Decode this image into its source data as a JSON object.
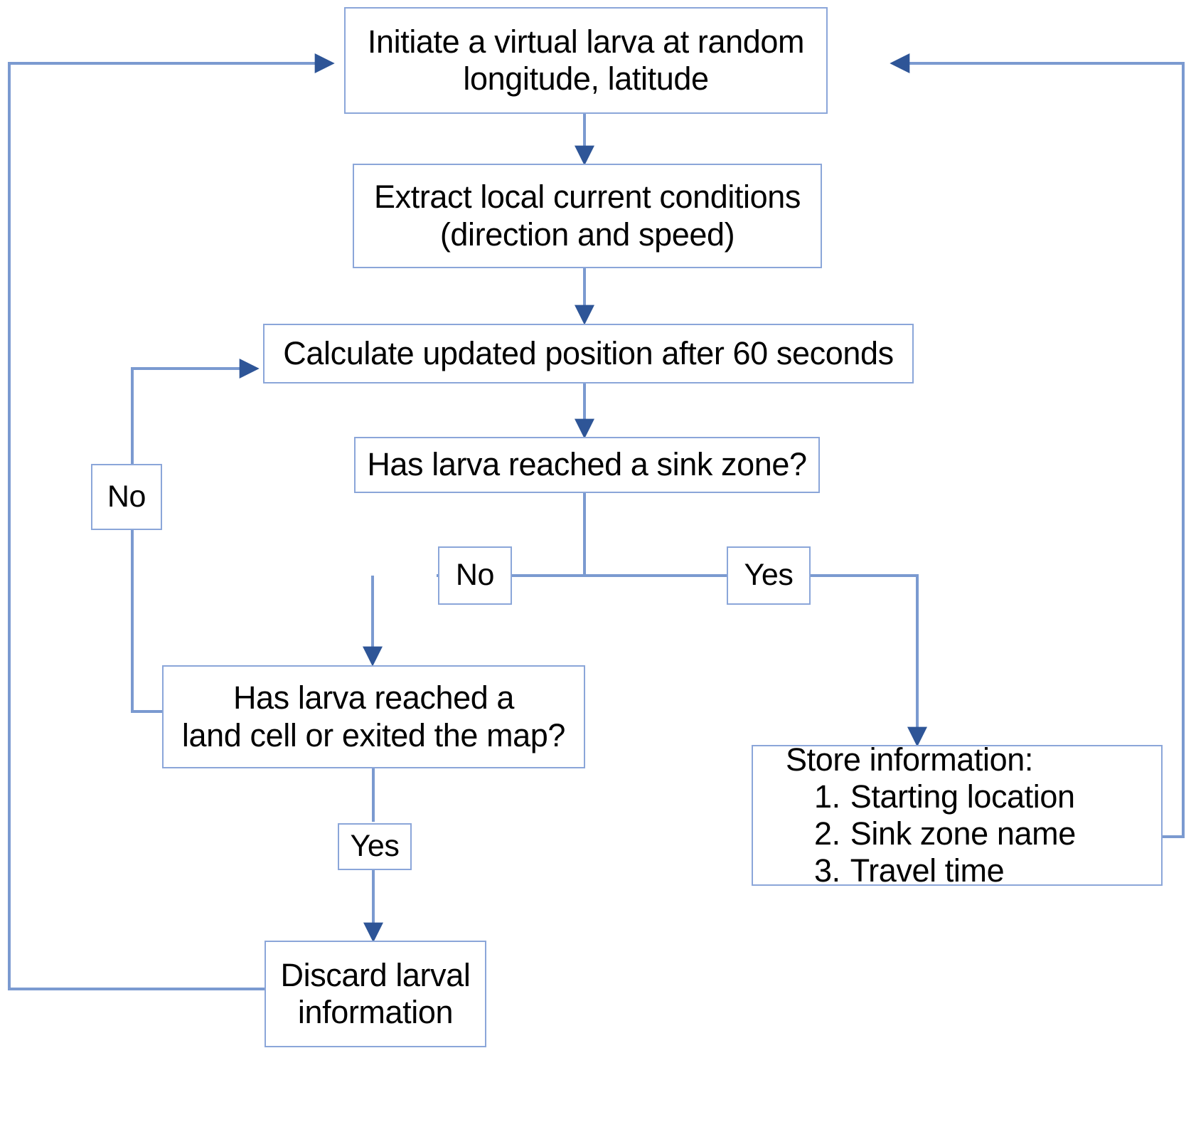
{
  "diagram": {
    "title": "Virtual larva dispersal simulation flowchart",
    "accent_border": "#8ba6d9",
    "line_color": "#7b9ad0",
    "arrow_color": "#2e5597",
    "background": "#ffffff"
  },
  "nodes": {
    "initiate": {
      "label": "Initiate a virtual larva at random\nlongitude, latitude"
    },
    "extract": {
      "label": "Extract local current conditions\n(direction and speed)"
    },
    "calculate": {
      "label": "Calculate updated position after 60 seconds"
    },
    "sink_decision": {
      "label": "Has larva reached a sink zone?"
    },
    "land_decision": {
      "label": "Has larva reached a\nland cell or exited the map?"
    },
    "discard": {
      "label": "Discard larval\ninformation"
    },
    "store": {
      "title": "Store information:",
      "items": [
        {
          "num": "1.",
          "text": "Starting location"
        },
        {
          "num": "2.",
          "text": "Sink zone name"
        },
        {
          "num": "3.",
          "text": "Travel time"
        }
      ]
    }
  },
  "edge_labels": {
    "land_no": "No",
    "sink_no": "No",
    "sink_yes": "Yes",
    "land_yes": "Yes"
  }
}
